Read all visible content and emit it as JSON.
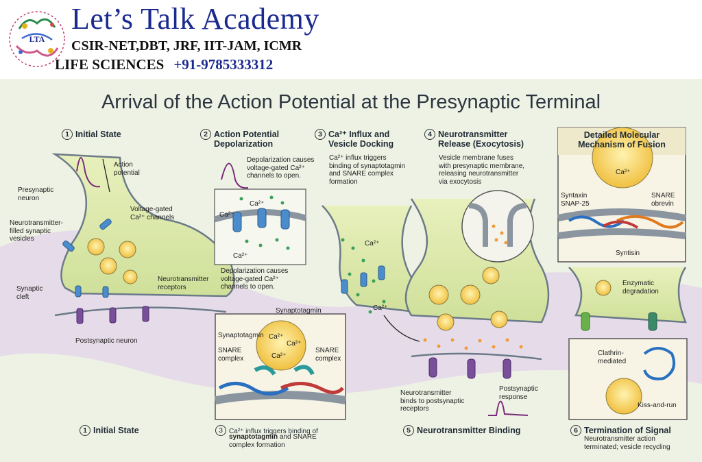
{
  "header": {
    "brand_title": "Let’s Talk Academy",
    "brand_subtitle": "CSIR-NET,DBT, JRF, IIT-JAM, ICMR",
    "brand_line": "LIFE SCIENCES",
    "phone": "+91-9785333312",
    "logo_text": "LTA"
  },
  "diagram": {
    "title": "Arrival of the Action Potential at the Presynaptic Terminal",
    "steps": {
      "s1": {
        "num": "1",
        "label": "Initial State"
      },
      "s2": {
        "num": "2",
        "label_a": "Action Potential",
        "label_b": "Depolarization"
      },
      "s3": {
        "num": "3",
        "label_a": "Ca²⁺ Influx and",
        "label_b": "Vesicle Docking"
      },
      "s4": {
        "num": "4",
        "label_a": "Neurotransmitter",
        "label_b": "Release (Exocytosis)"
      },
      "s1b": {
        "num": "1",
        "label": "Initial State"
      },
      "s3b": {
        "num": "3",
        "caption_a": "Ca²⁺ influx triggers binding of",
        "caption_b": "synaptotagmin",
        "caption_c": " and SNARE",
        "caption_d": "complex formation"
      },
      "s5": {
        "num": "5",
        "label": "Neurotransmitter Binding"
      },
      "s6": {
        "num": "6",
        "label": "Termination of Signal",
        "caption_a": "Neurotransmitter action",
        "caption_b": "terminated; vesicle recycling"
      }
    },
    "panel1": {
      "action_potential": [
        "Action",
        "potential"
      ],
      "presynaptic_neuron": [
        "Presynaptic",
        "neuron"
      ],
      "voltage_gated": [
        "Voltage-gated",
        "Ca²⁺ channels"
      ],
      "vesicles": [
        "Neurotransmitter-",
        "filled synaptic",
        "vesicles"
      ],
      "receptors": [
        "Neurotransmitter",
        "receptors"
      ],
      "cleft": [
        "Synaptic",
        "cleft"
      ],
      "postsynaptic_neuron": "Postsynaptic neuron"
    },
    "panel2": {
      "top_text": [
        "Depolarization causes",
        "voltage-gated Ca²⁺",
        "channels to open."
      ],
      "bottom_text": [
        "Depolarization causes",
        "voltage-gated Ca²⁺",
        "channels to open."
      ],
      "ion": "Ca²⁺"
    },
    "panel3": {
      "text": [
        "Ca²⁺ influx triggers",
        "binding of synaptotagmin",
        "and SNARE complex",
        "formation"
      ],
      "ion": "Ca²⁺"
    },
    "panel4": {
      "text": [
        "Vesicle membrane fuses",
        "with presynaptic membrane,",
        "releasing neurotransmitter",
        "via exocytosis"
      ]
    },
    "inset_fusion": {
      "title_a": "Detailed Molecular",
      "title_b": "Mechanism of Fusion",
      "ca": "Ca²⁺",
      "syntaxin": [
        "Syntaxin",
        "SNAP-25"
      ],
      "snare": [
        "SNARE",
        "obrevin"
      ],
      "syntisin": "Syntisin"
    },
    "inset_snare": {
      "synaptotagmin_top": "Synaptotagmin",
      "synaptotagmin_left": "Synaptotagmin",
      "snare_left": [
        "SNARE",
        "complex"
      ],
      "snare_right": [
        "SNARE",
        "complex"
      ],
      "ion": "Ca²⁺"
    },
    "panel5": {
      "binds": [
        "Neurotransmitter",
        "binds to postsynaptic",
        "receptors"
      ],
      "response": [
        "Postsynaptic",
        "response"
      ]
    },
    "panel6": {
      "enzymatic": [
        "Enzymatic",
        "degradation"
      ],
      "clathrin": [
        "Clathrin-",
        "mediated"
      ],
      "kiss": "Kiss-and-run"
    },
    "colors": {
      "background": "#eef2e4",
      "neuron_fill": "#d9e6a8",
      "membrane": "#6b7a88",
      "cleft_purple": "#d8c8e4",
      "vesicle": "#f4cf5a",
      "ion_green": "#3aa05a",
      "neurotransmitter": "#f29a3a",
      "channel_blue": "#4a8ccc",
      "receptor_purple": "#7a4f9a",
      "brand_blue": "#1b2a8f"
    }
  }
}
